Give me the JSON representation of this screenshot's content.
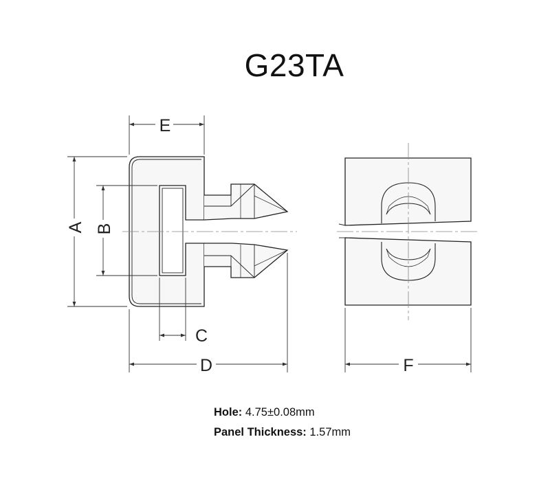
{
  "title": "G23TA",
  "dimension_labels": {
    "a": "A",
    "b": "B",
    "c": "C",
    "d": "D",
    "e": "E",
    "f": "F"
  },
  "specs": {
    "hole_label": "Hole:",
    "hole_value": "4.75±0.08mm",
    "panel_label": "Panel Thickness:",
    "panel_value": "1.57mm"
  },
  "colors": {
    "outline": "#222222",
    "dimension": "#333333",
    "centerline": "#888888",
    "interior": "#f7f7f7"
  }
}
